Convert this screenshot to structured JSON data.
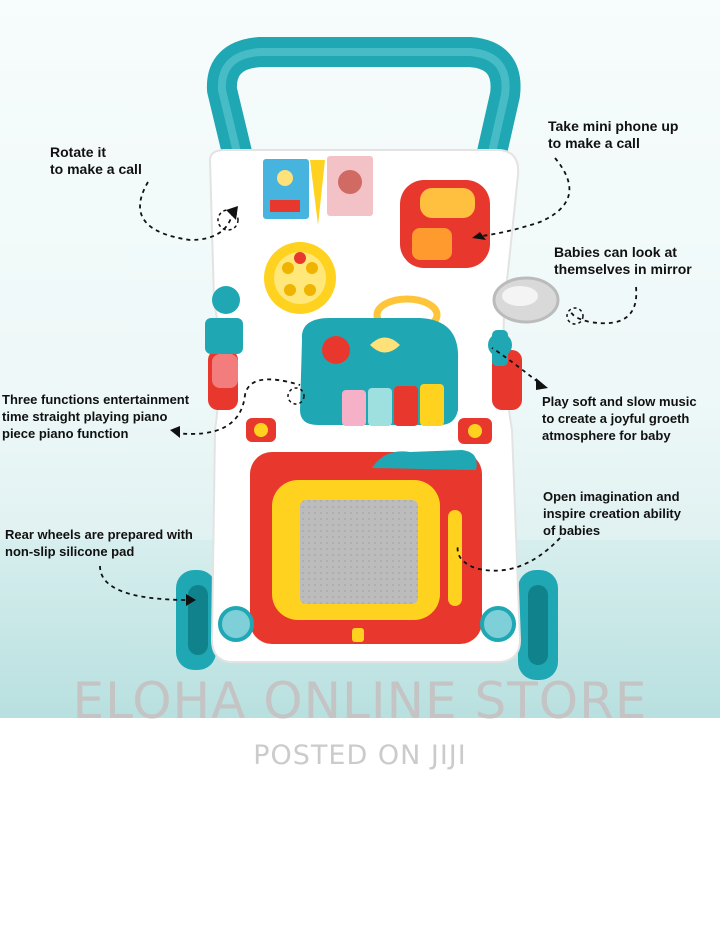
{
  "callouts": {
    "rotate": [
      "Rotate it",
      "to make a call"
    ],
    "phone": [
      "Take mini phone up",
      "to make a call"
    ],
    "mirror": [
      "Babies can look at",
      "themselves in mirror"
    ],
    "three_functions": [
      "Three functions entertainment",
      "time straight playing piano",
      "piece piano function"
    ],
    "music": [
      "Play soft and slow music",
      "to create a joyful groeth",
      "atmosphere for baby"
    ],
    "imagination": [
      "Open imagination and",
      "inspire creation ability",
      "of babies"
    ],
    "wheels": [
      "Rear wheels are prepared with",
      "non-slip silicone pad"
    ]
  },
  "watermark": {
    "title": "ELOHA ONLINE STORE",
    "subtitle": "POSTED ON JIJI"
  },
  "colors": {
    "teal": "#1fa8b4",
    "red": "#e8382e",
    "yellow": "#ffd21f",
    "body_white": "#ffffff",
    "floor": "#bfe3e2"
  }
}
